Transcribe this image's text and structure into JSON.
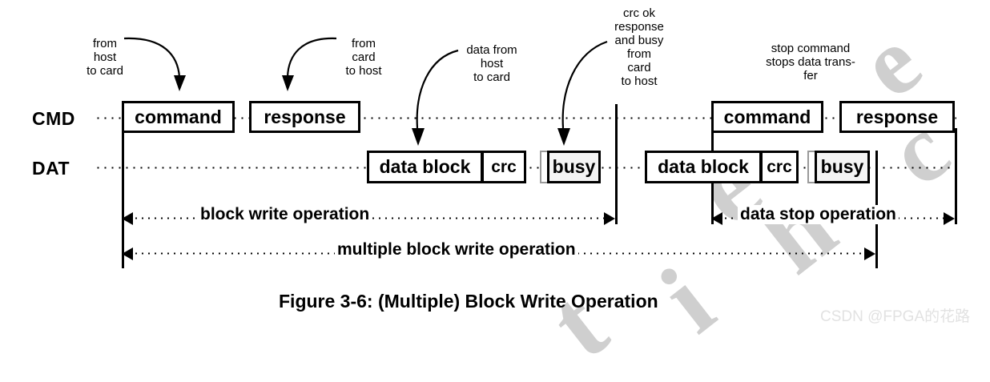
{
  "figure": {
    "caption": "Figure 3-6: (Multiple) Block Write Operation",
    "watermark_diagonal": "ec hite",
    "watermark_credit": "CSDN @FPGA的花路"
  },
  "rows": {
    "cmd_label": "CMD",
    "dat_label": "DAT"
  },
  "cmd_packets": [
    {
      "id": "cmd1",
      "label": "command"
    },
    {
      "id": "resp1",
      "label": "response"
    },
    {
      "id": "cmd2",
      "label": "command"
    },
    {
      "id": "resp2",
      "label": "response"
    }
  ],
  "dat_packets": [
    {
      "id": "data1",
      "label": "data block"
    },
    {
      "id": "crc1",
      "label": "crc"
    },
    {
      "id": "busy1",
      "label": "busy"
    },
    {
      "id": "data2",
      "label": "data block"
    },
    {
      "id": "crc2",
      "label": "crc"
    },
    {
      "id": "busy2",
      "label": "busy"
    }
  ],
  "annotations": [
    {
      "id": "note-host-to-card",
      "text": "from\nhost\nto card"
    },
    {
      "id": "note-card-to-host",
      "text": "from\ncard\nto host"
    },
    {
      "id": "note-data-host-to-card",
      "text": "data from\nhost\nto card"
    },
    {
      "id": "note-crc-ok",
      "text": "crc ok\nresponse\nand busy\nfrom\ncard\nto host"
    },
    {
      "id": "note-stop-command",
      "text": "stop command\nstops data trans-\nfer"
    }
  ],
  "spans": [
    {
      "id": "span-block-write",
      "label": "block write operation"
    },
    {
      "id": "span-data-stop",
      "label": "data stop operation"
    },
    {
      "id": "span-multiple-block-write",
      "label": "multiple block write operation"
    }
  ],
  "colors": {
    "ink": "#000000",
    "busy_fill": "#f4f4f4",
    "watermark": "#cfcfcf",
    "credit": "#e2e2e2"
  }
}
